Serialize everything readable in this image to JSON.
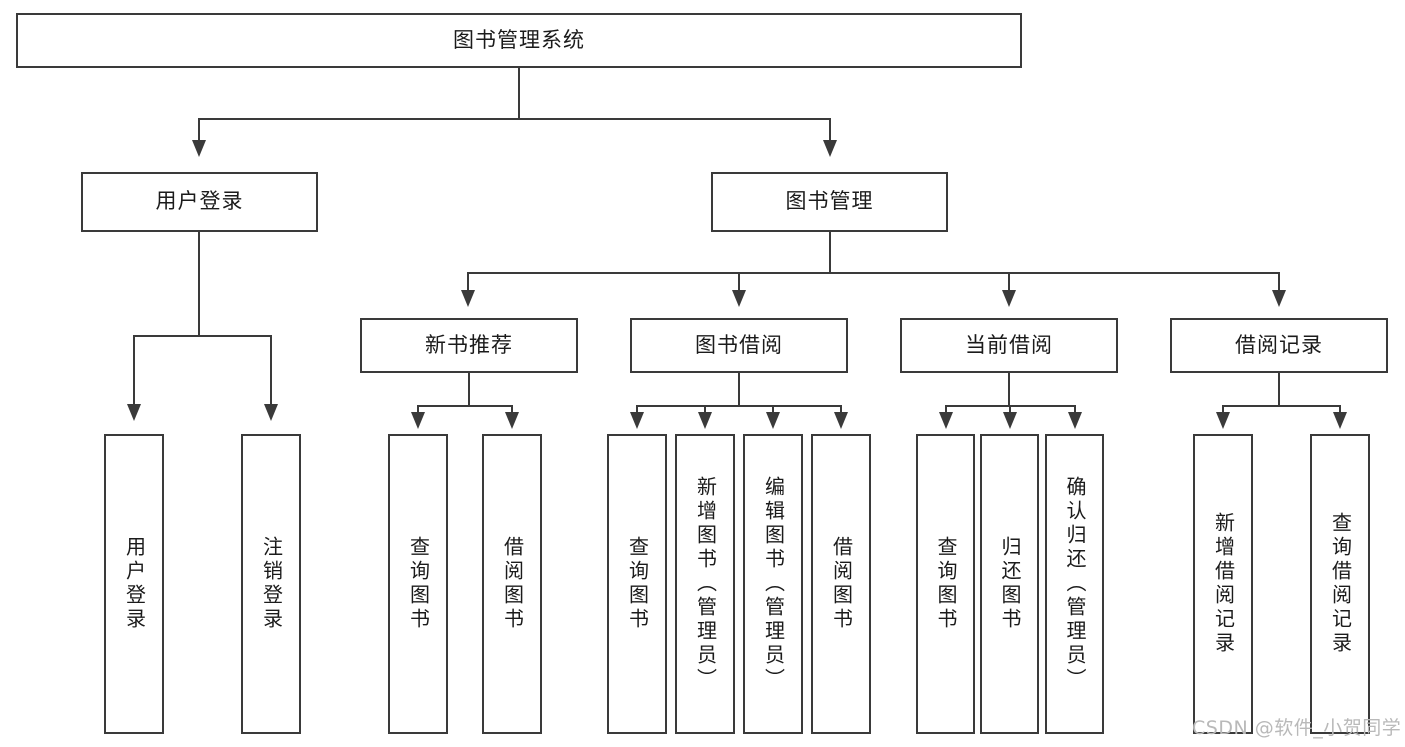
{
  "diagram": {
    "title": "图书管理系统",
    "type": "tree-hierarchy-chart",
    "root": {
      "label": "图书管理系统"
    },
    "level2": [
      {
        "label": "用户登录"
      },
      {
        "label": "图书管理"
      }
    ],
    "level3": [
      {
        "label": "新书推荐"
      },
      {
        "label": "图书借阅"
      },
      {
        "label": "当前借阅"
      },
      {
        "label": "借阅记录"
      }
    ],
    "leaves": {
      "user_login": [
        {
          "label": "用户登录"
        },
        {
          "label": "注销登录"
        }
      ],
      "new_book_recommend": [
        {
          "label": "查询图书"
        },
        {
          "label": "借阅图书"
        }
      ],
      "book_borrow": [
        {
          "label": "查询图书"
        },
        {
          "label": "新增图书（管理员）"
        },
        {
          "label": "编辑图书（管理员）"
        },
        {
          "label": "借阅图书"
        }
      ],
      "current_borrow": [
        {
          "label": "查询图书"
        },
        {
          "label": "归还图书"
        },
        {
          "label": "确认归还（管理员）"
        }
      ],
      "borrow_record": [
        {
          "label": "新增借阅记录"
        },
        {
          "label": "查询借阅记录"
        }
      ]
    },
    "watermark": "CSDN @软件_小贺同学",
    "colors": {
      "stroke": "#3a3a3a",
      "background": "#ffffff",
      "text": "#1b1b1b",
      "watermark": "#b9b9b9"
    }
  }
}
